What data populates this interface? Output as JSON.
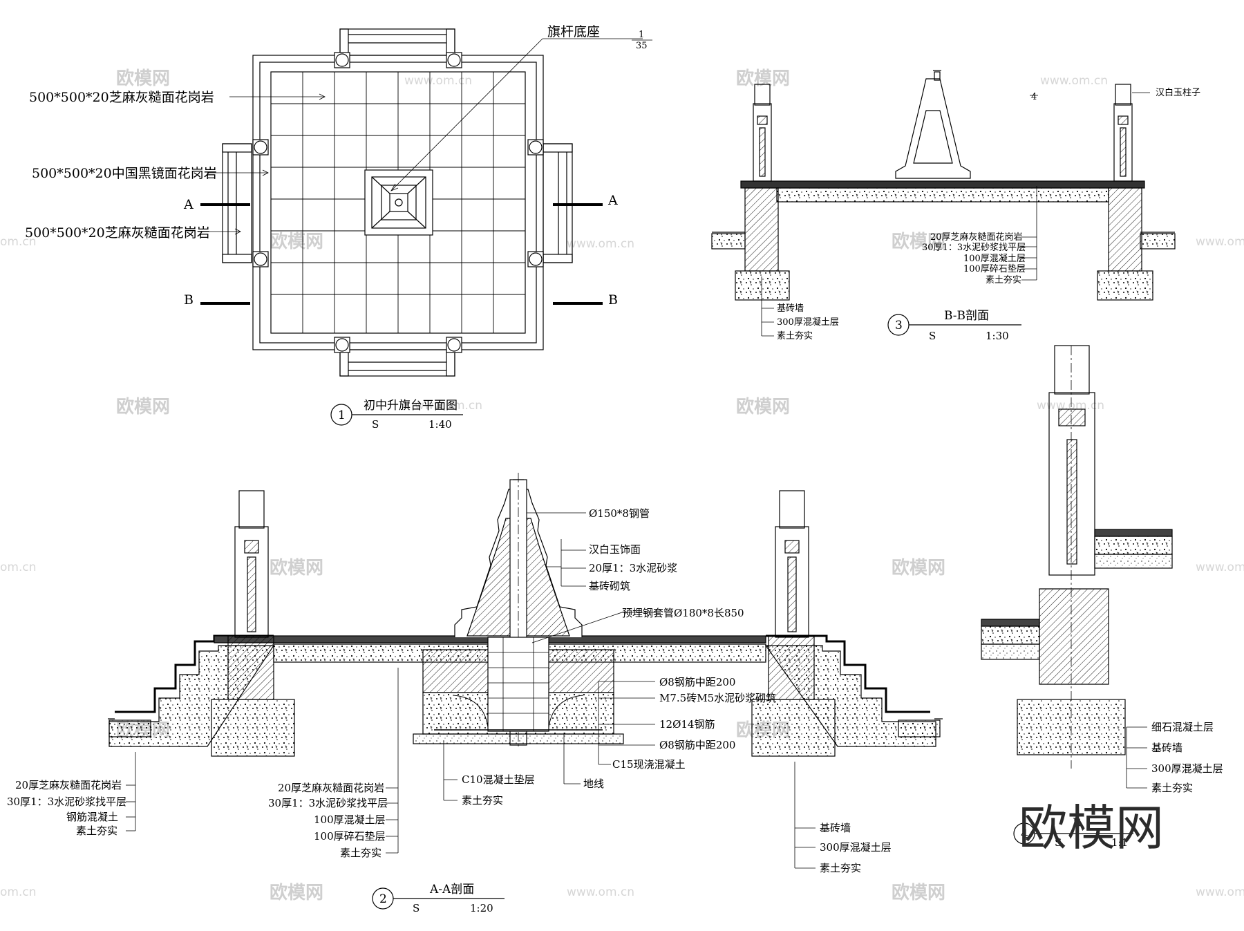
{
  "plan": {
    "title": "初中升旗台平面图",
    "num": "1",
    "s": "S",
    "scale": "1:40",
    "labels": {
      "base": "旗杆底座",
      "base_ref_top": "1",
      "base_ref_bottom": "35",
      "granite_top": "500*500*20芝麻灰糙面花岗岩",
      "granite_mid": "500*500*20中国黑镜面花岗岩",
      "granite_bottom": "500*500*20芝麻灰糙面花岗岩",
      "cut_a": "A",
      "cut_b": "B"
    }
  },
  "section_bb": {
    "title": "B-B剖面",
    "num": "3",
    "s": "S",
    "scale": "1:30",
    "ref_num": "4",
    "pillar": "汉白玉柱子",
    "layers": [
      "20厚芝麻灰糙面花岗岩",
      "30厚1：3水泥砂浆找平层",
      "100厚混凝土层",
      "100厚碎石垫层",
      "素土夯实"
    ],
    "foundation": [
      "基砖墙",
      "300厚混凝土层",
      "素土夯实"
    ]
  },
  "section_aa": {
    "title": "A-A剖面",
    "num": "2",
    "s": "S",
    "scale": "1:20",
    "right_top": [
      "Ø150*8钢管",
      "汉白玉饰面",
      "20厚1：3水泥砂浆",
      "基砖砌筑",
      "预埋钢套管Ø180*8长850"
    ],
    "right_mid": [
      "Ø8钢筋中距200",
      "M7.5砖M5水泥砂浆砌筑",
      "12Ø14钢筋",
      "Ø8钢筋中距200",
      "C15现浇混凝土"
    ],
    "bottom_center": [
      "C10混凝土垫层",
      "素土夯实",
      "地线"
    ],
    "left": [
      "20厚芝麻灰糙面花岗岩",
      "30厚1：3水泥砂浆找平层",
      "钢筋混凝土",
      "素土夯实"
    ],
    "center_left": [
      "20厚芝麻灰糙面花岗岩",
      "30厚1：3水泥砂浆找平层",
      "100厚混凝土层",
      "100厚碎石垫层",
      "素土夯实"
    ],
    "right_bottom": [
      "基砖墙",
      "300厚混凝土层",
      "素土夯实"
    ]
  },
  "detail": {
    "num": "4",
    "title": "B",
    "s": "S",
    "scale": "1:1",
    "labels": [
      "细石混凝土层",
      "基砖墙",
      "300厚混凝土层",
      "素土夯实"
    ]
  },
  "watermark": {
    "text": "欧模网",
    "url": "www.om.cn",
    "url_short": "om.cn",
    "logo": "欧模网"
  }
}
